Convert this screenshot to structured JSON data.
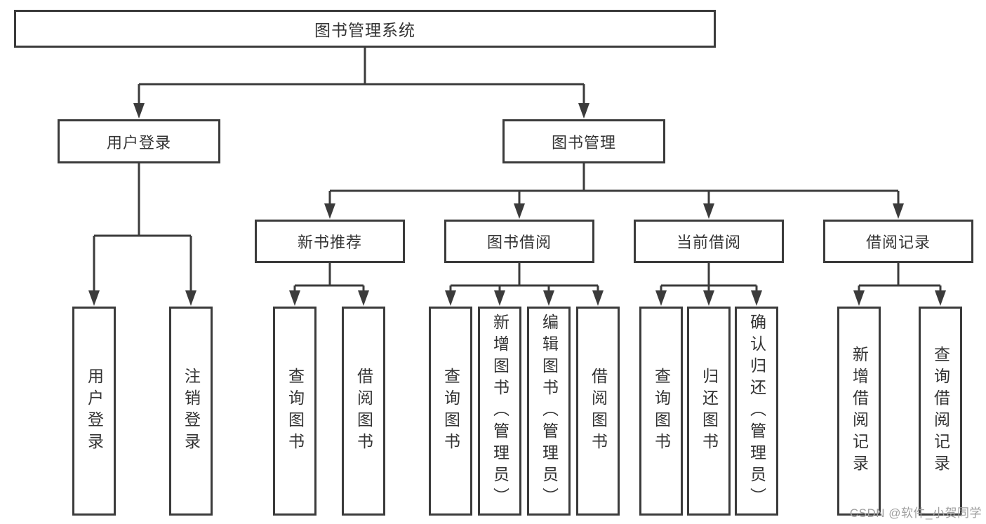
{
  "colors": {
    "line": "#3b3b3b",
    "text": "#333333",
    "box_background": "#ffffff",
    "page_background": "#ffffff",
    "watermark": "#9f9f9f"
  },
  "tree": {
    "root": {
      "label": "图书管理系统",
      "children": [
        {
          "label": "用户登录",
          "children": [
            {
              "label": "用户登录"
            },
            {
              "label": "注销登录"
            }
          ]
        },
        {
          "label": "图书管理",
          "children": [
            {
              "label": "新书推荐",
              "children": [
                {
                  "label": "查询图书"
                },
                {
                  "label": "借阅图书"
                }
              ]
            },
            {
              "label": "图书借阅",
              "children": [
                {
                  "label": "查询图书"
                },
                {
                  "label": "新增图书（管理员）"
                },
                {
                  "label": "编辑图书（管理员）"
                },
                {
                  "label": "借阅图书"
                }
              ]
            },
            {
              "label": "当前借阅",
              "children": [
                {
                  "label": "查询图书"
                },
                {
                  "label": "归还图书"
                },
                {
                  "label": "确认归还（管理员）"
                }
              ]
            },
            {
              "label": "借阅记录",
              "children": [
                {
                  "label": "新增借阅记录"
                },
                {
                  "label": "查询借阅记录"
                }
              ]
            }
          ]
        }
      ]
    }
  },
  "watermark": {
    "text": "CSDN @软件_小贺同学"
  }
}
